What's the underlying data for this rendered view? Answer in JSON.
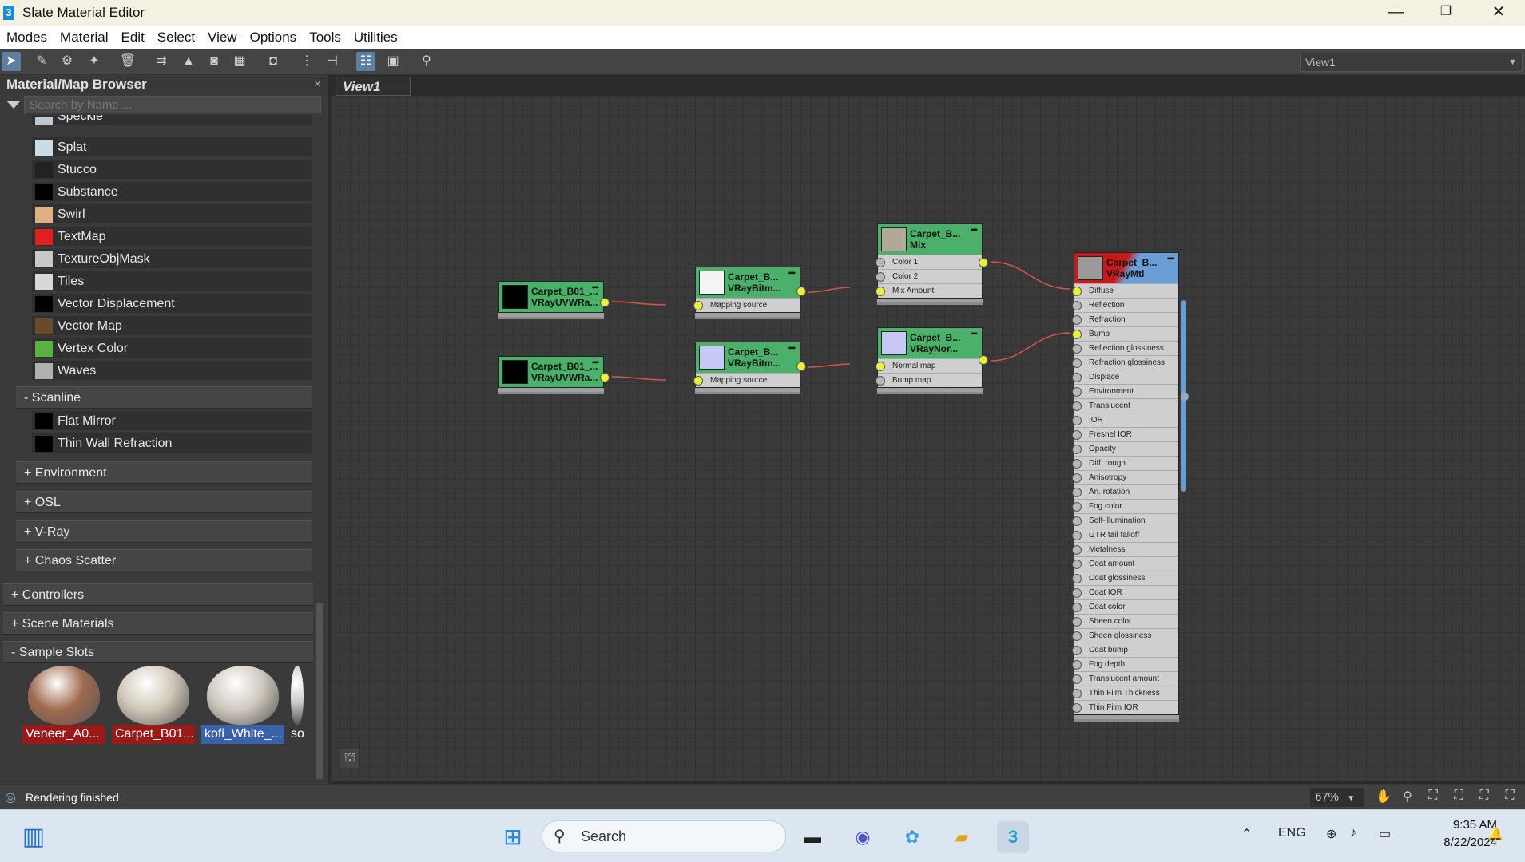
{
  "window": {
    "title": "Slate Material Editor",
    "minimize": "—",
    "maximize": "❐",
    "close": "✕"
  },
  "menu": [
    "Modes",
    "Material",
    "Edit",
    "Select",
    "View",
    "Options",
    "Tools",
    "Utilities"
  ],
  "view_selector": {
    "value": "View1"
  },
  "browser": {
    "title": "Material/Map Browser",
    "close": "×",
    "search_placeholder": "Search by Name ...",
    "maps": [
      {
        "label": "Speckle",
        "color": "#bfc7d0"
      },
      {
        "label": "Splat",
        "color": "#c8dde8"
      },
      {
        "label": "Stucco",
        "color": "#222222"
      },
      {
        "label": "Substance",
        "color": "#000000"
      },
      {
        "label": "Swirl",
        "color": "#e0b080"
      },
      {
        "label": "TextMap",
        "color": "#e02020"
      },
      {
        "label": "TextureObjMask",
        "color": "#c8c8c8"
      },
      {
        "label": "Tiles",
        "color": "#d8d8d8"
      },
      {
        "label": "Vector Displacement",
        "color": "#000000"
      },
      {
        "label": "Vector Map",
        "color": "#6a4a2a"
      },
      {
        "label": "Vertex Color",
        "color": "#5ab040"
      },
      {
        "label": "Waves",
        "color": "#b0b0b0"
      }
    ],
    "scanline_group": "- Scanline",
    "scanline_items": [
      "Flat Mirror",
      "Thin Wall Refraction"
    ],
    "groups": [
      "+ Environment",
      "+ OSL",
      "+ V-Ray",
      "+ Chaos Scatter"
    ],
    "top_groups": [
      "+ Controllers",
      "+ Scene Materials"
    ],
    "sample_group": "- Sample Slots",
    "slots": [
      {
        "label": "Veneer_A0...",
        "highlight": "#9a1a1a",
        "color": "#a06a50"
      },
      {
        "label": "Carpet_B01...",
        "highlight": "#9a1a1a",
        "color": "#d0c8b8"
      },
      {
        "label": "kofi_White_...",
        "highlight": "#3a62a8",
        "color": "#cfc9be"
      },
      {
        "label": "so",
        "highlight": "",
        "color": "#cccccc"
      }
    ]
  },
  "view_tab": "View1",
  "nodes": {
    "uvw1": {
      "name": "Carpet_B01_...",
      "type": "VRayUVWRa..."
    },
    "uvw2": {
      "name": "Carpet_B01_...",
      "type": "VRayUVWRa..."
    },
    "bmp1": {
      "name": "Carpet_B...",
      "type": "VRayBitm...",
      "row": "Mapping source"
    },
    "bmp2": {
      "name": "Carpet_B...",
      "type": "VRayBitm...",
      "row": "Mapping source"
    },
    "mix": {
      "name": "Carpet_B...",
      "type": "Mix",
      "rows": [
        "Color 1",
        "Color 2",
        "Mix Amount"
      ]
    },
    "normal": {
      "name": "Carpet_B...",
      "type": "VRayNor...",
      "rows": [
        "Normal map",
        "Bump map"
      ]
    },
    "mtl": {
      "name": "Carpet_B...",
      "type": "VRayMtl",
      "rows": [
        "Diffuse",
        "Reflection",
        "Refraction",
        "Bump",
        "Reflection glossiness",
        "Refraction glossiness",
        "Displace",
        "Environment",
        "Translucent",
        "IOR",
        "Fresnel IOR",
        "Opacity",
        "Diff. rough.",
        "Anisotropy",
        "An. rotation",
        "Fog color",
        "Self-illumination",
        "GTR tail falloff",
        "Metalness",
        "Coat amount",
        "Coat glossiness",
        "Coat IOR",
        "Coat color",
        "Sheen color",
        "Sheen glossiness",
        "Coat bump",
        "Fog depth",
        "Translucent amount",
        "Thin Film Thickness",
        "Thin Film IOR"
      ]
    }
  },
  "status": {
    "text": "Rendering finished",
    "zoom": "67%"
  },
  "taskbar": {
    "search": "Search",
    "lang": "ENG",
    "time": "9:35 AM",
    "date": "8/22/2024"
  }
}
